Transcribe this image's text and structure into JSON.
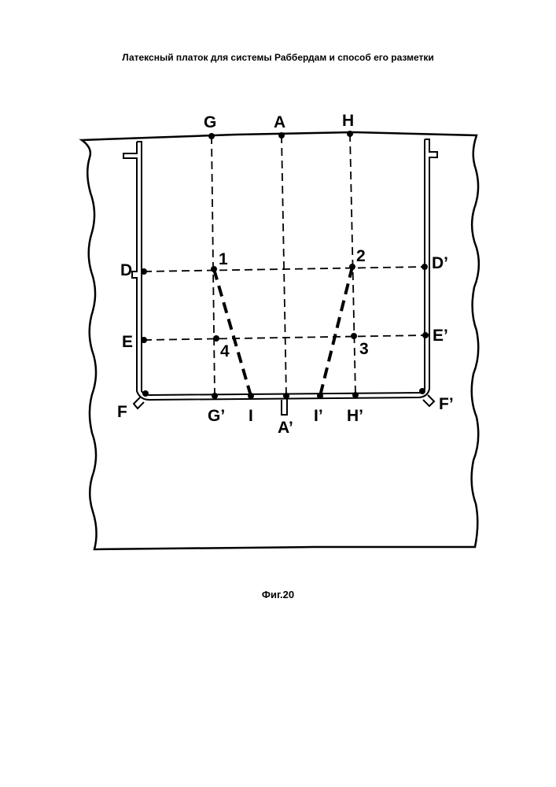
{
  "header": {
    "title": "Латексный платок для системы Раббердам и способ его разметки"
  },
  "figure": {
    "caption": "Фиг.20"
  },
  "points": {
    "G": "G",
    "A": "A",
    "H": "H",
    "D": "D",
    "D_prime": "D’",
    "E": "E",
    "E_prime": "E’",
    "F": "F",
    "F_prime": "F’",
    "G_prime": "G’",
    "I": "I",
    "A_prime": "A’",
    "I_prime": "I’",
    "H_prime": "H’",
    "p1": "1",
    "p2": "2",
    "p3": "3",
    "p4": "4"
  }
}
